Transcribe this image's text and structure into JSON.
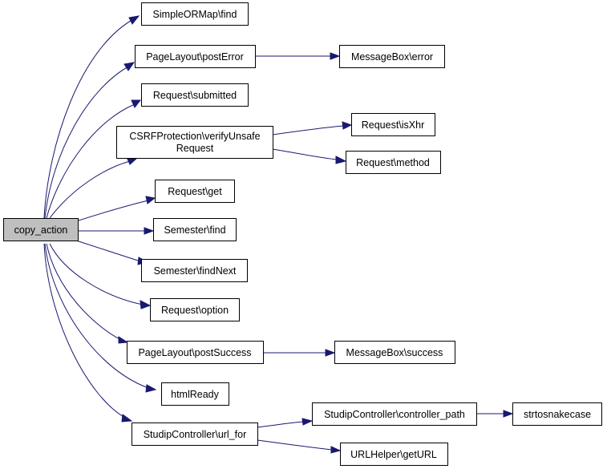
{
  "colors": {
    "edge": "#191970",
    "root_fill": "#bfbfbf",
    "node_fill": "#ffffff",
    "node_stroke": "#000000"
  },
  "nodes": {
    "copy_action": "copy_action",
    "simpleormap_find": "SimpleORMap\\find",
    "pagelayout_posterror": "PageLayout\\postError",
    "messagebox_error": "MessageBox\\error",
    "request_submitted": "Request\\submitted",
    "csrf_verify_line1": "CSRFProtection\\verifyUnsafe",
    "csrf_verify_line2": "Request",
    "request_isxhr": "Request\\isXhr",
    "request_method": "Request\\method",
    "request_get": "Request\\get",
    "semester_find": "Semester\\find",
    "semester_findnext": "Semester\\findNext",
    "request_option": "Request\\option",
    "pagelayout_postsuccess": "PageLayout\\postSuccess",
    "messagebox_success": "MessageBox\\success",
    "htmlready": "htmlReady",
    "studipcontroller_url_for": "StudipController\\url_for",
    "studipcontroller_controller_path": "StudipController\\controller_path",
    "strtosnakecase": "strtosnakecase",
    "urlhelper_geturl": "URLHelper\\getURL"
  }
}
